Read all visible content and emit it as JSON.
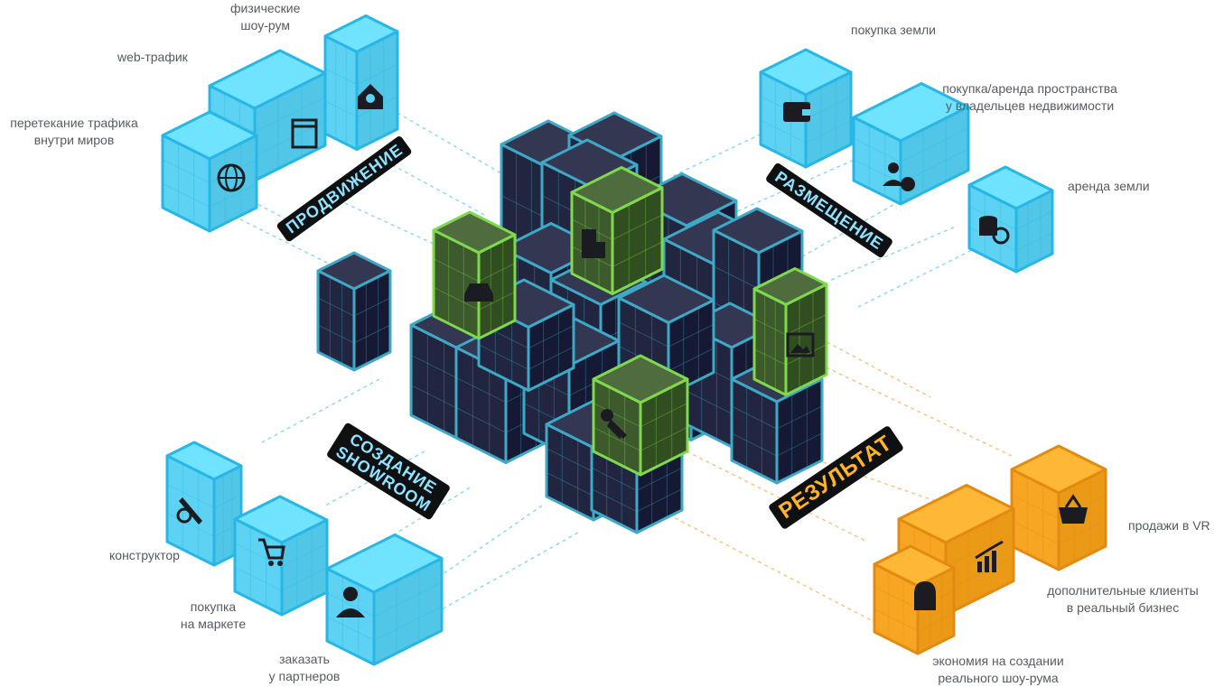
{
  "colors": {
    "dark_face": "#22253f",
    "dark_edge": "#3da9c6",
    "blue_face": "#5ed2f2",
    "blue_edge": "#28b6e6",
    "green_face": "#3d5a2c",
    "green_edge": "#7fd84e",
    "orange_face": "#f6a623",
    "orange_edge": "#e38a12",
    "orange_light": "#fde2a8",
    "line_blue": "#8ad7ef",
    "line_orange": "#f7c27a"
  },
  "sections": {
    "promotion": {
      "title": "ПРОДВИЖЕНИЕ",
      "items": [
        {
          "label": [
            "физические",
            "шоу-рум"
          ],
          "icon": "house-pin-icon"
        },
        {
          "label": [
            "web-трафик"
          ],
          "icon": "browser-window-icon"
        },
        {
          "label": [
            "перетекание трафика",
            "внутри миров"
          ],
          "icon": "globe-icon"
        }
      ]
    },
    "placement": {
      "title": "РАЗМЕЩЕНИЕ",
      "items": [
        {
          "label": [
            "покупка земли"
          ],
          "icon": "wallet-icon"
        },
        {
          "label": [
            "покупка/аренда пространства",
            "у владельцев недвижимости"
          ],
          "icon": "businessman-dollar-icon"
        },
        {
          "label": [
            "аренда земли"
          ],
          "icon": "coins-clock-icon"
        }
      ]
    },
    "creation": {
      "title": [
        "СОЗДАНИЕ",
        "SHOWROOM"
      ],
      "items": [
        {
          "label": [
            "конструктор"
          ],
          "icon": "wrench-gear-icon"
        },
        {
          "label": [
            "покупка",
            "на маркете"
          ],
          "icon": "shopping-cart-icon"
        },
        {
          "label": [
            "заказать",
            "у партнеров"
          ],
          "icon": "person-tie-icon"
        }
      ]
    },
    "result": {
      "title": "РЕЗУЛЬТАТ",
      "items": [
        {
          "label": [
            "продажи в VR"
          ],
          "icon": "basket-icon"
        },
        {
          "label": [
            "дополнительные клиенты",
            "в реальный бизнес"
          ],
          "icon": "growth-chart-icon"
        },
        {
          "label": [
            "экономия на создании",
            "реального шоу-рума"
          ],
          "icon": "money-bag-icon"
        }
      ]
    }
  },
  "center_icons": [
    "car-icon",
    "building-icon",
    "key-icon",
    "picture-icon"
  ]
}
